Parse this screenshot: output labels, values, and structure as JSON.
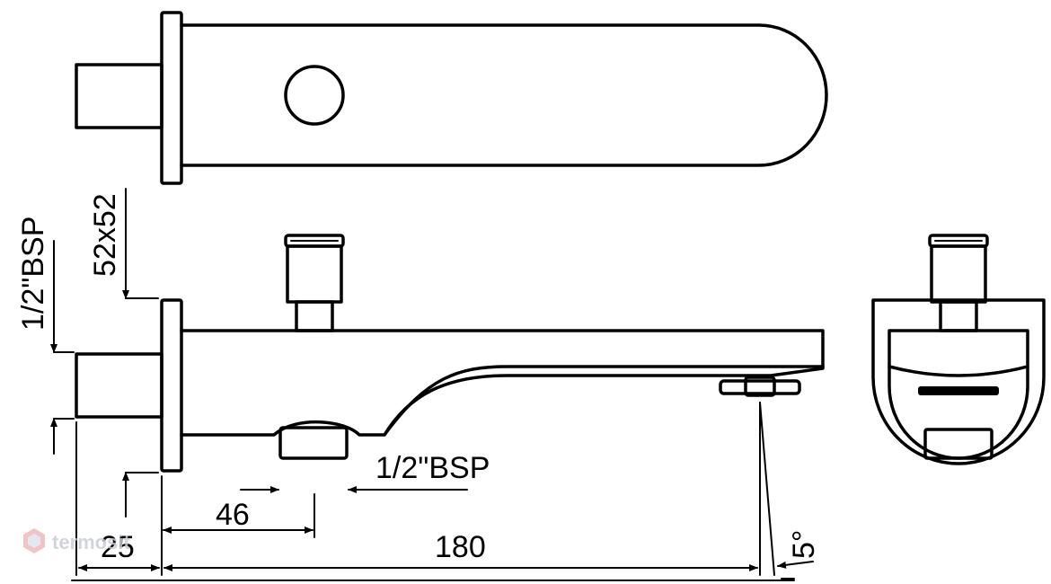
{
  "dimensions": {
    "flange": "52x52",
    "inlet_thread": "1/2\"BSP",
    "diverter_thread": "1/2\"BSP",
    "diverter_offset": "46",
    "inlet_length": "25",
    "spout_length": "180",
    "outlet_angle": "5°"
  },
  "watermark": {
    "text": "termosit",
    "icon": "hexagon-logo-icon",
    "color": "#c9cdd3"
  },
  "colors": {
    "line": "#000000",
    "background": "#ffffff"
  }
}
